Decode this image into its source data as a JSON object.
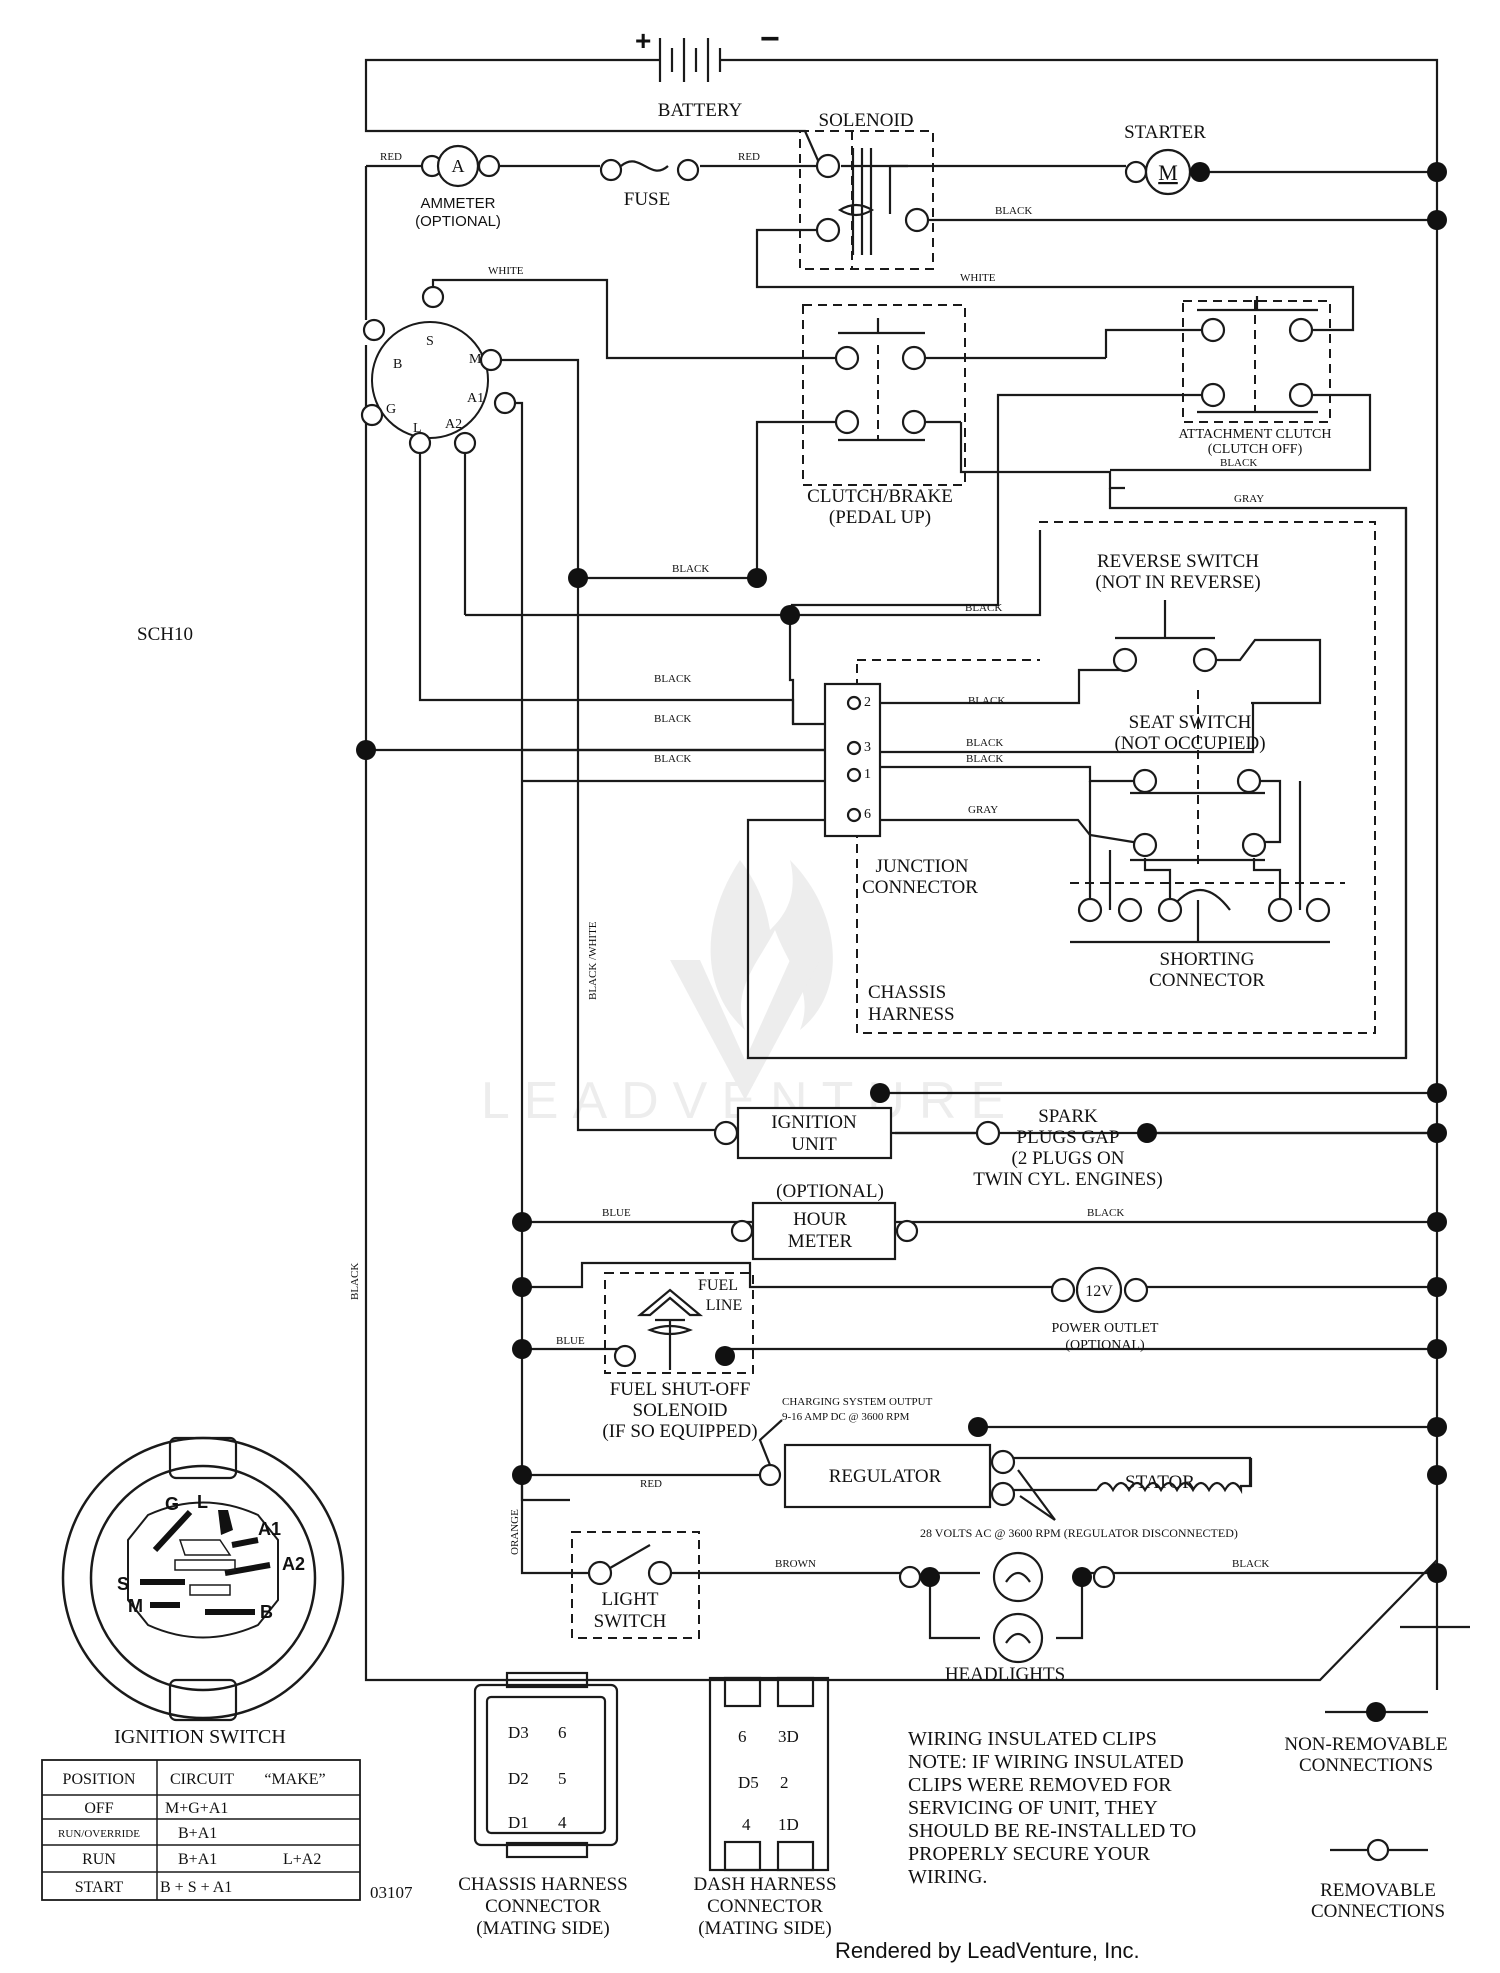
{
  "diagram_code": "SCH10",
  "part_number": "03107",
  "rendered_by": "Rendered by LeadVenture, Inc.",
  "watermark": "LEADVENTURE",
  "components": {
    "battery": "BATTERY",
    "battery_plus": "+",
    "battery_minus": "−",
    "solenoid": "SOLENOID",
    "starter": "STARTER",
    "starter_symbol": "M",
    "ammeter": [
      "AMMETER",
      "(OPTIONAL)"
    ],
    "ammeter_symbol": "A",
    "fuse": "FUSE",
    "clutch_brake": [
      "CLUTCH/BRAKE",
      "(PEDAL UP)"
    ],
    "attachment_clutch": [
      "ATTACHMENT CLUTCH",
      "(CLUTCH OFF)"
    ],
    "reverse_switch": [
      "REVERSE SWITCH",
      "(NOT IN REVERSE)"
    ],
    "seat_switch": [
      "SEAT SWITCH",
      "(NOT OCCUPIED)"
    ],
    "junction_connector": [
      "JUNCTION",
      "CONNECTOR"
    ],
    "junction_pins": [
      "2",
      "3",
      "1",
      "6"
    ],
    "chassis_harness": [
      "CHASSIS",
      "HARNESS"
    ],
    "shorting_connector": [
      "SHORTING",
      "CONNECTOR"
    ],
    "ignition_unit": [
      "IGNITION",
      "UNIT"
    ],
    "spark_plugs": [
      "SPARK",
      "PLUGS GAP",
      "(2 PLUGS ON",
      "TWIN CYL. ENGINES)"
    ],
    "optional": "(OPTIONAL)",
    "hour_meter": [
      "HOUR",
      "METER"
    ],
    "fuel_line": [
      "FUEL",
      "LINE"
    ],
    "power_outlet_symbol": "12V",
    "power_outlet": [
      "POWER OUTLET",
      "(OPTIONAL)"
    ],
    "fuel_solenoid": [
      "FUEL SHUT-OFF",
      "SOLENOID",
      "(IF SO EQUIPPED)"
    ],
    "charging_output": [
      "CHARGING SYSTEM OUTPUT",
      "9-16 AMP DC @ 3600 RPM"
    ],
    "regulator": "REGULATOR",
    "stator": "STATOR",
    "stator_note": "28 VOLTS AC @ 3600 RPM (REGULATOR DISCONNECTED)",
    "light_switch": [
      "LIGHT",
      "SWITCH"
    ],
    "headlights": "HEADLIGHTS",
    "ignition_terminals": [
      "S",
      "B",
      "M",
      "G",
      "A1",
      "L",
      "A2"
    ]
  },
  "wire_labels": {
    "red": "RED",
    "black": "BLACK",
    "white": "WHITE",
    "gray": "GRAY",
    "blue": "BLUE",
    "orange": "ORANGE",
    "brown": "BROWN",
    "black_white": "BLACK /WHITE"
  },
  "ignition_switch": {
    "title": "IGNITION SWITCH",
    "face_letters": [
      "G",
      "L",
      "A1",
      "S",
      "A2",
      "M",
      "B"
    ],
    "headers": [
      "POSITION",
      "CIRCUIT",
      "“MAKE”"
    ],
    "rows": [
      [
        "OFF",
        "M+G+A1",
        ""
      ],
      [
        "RUN/OVERRIDE",
        "B+A1",
        ""
      ],
      [
        "RUN",
        "B+A1",
        "L+A2"
      ],
      [
        "START",
        "B + S + A1",
        ""
      ]
    ]
  },
  "chassis_connector": {
    "label": [
      "CHASSIS HARNESS",
      "CONNECTOR",
      "(MATING SIDE)"
    ],
    "pins": [
      "D3",
      "6",
      "D2",
      "5",
      "D1",
      "4"
    ]
  },
  "dash_connector": {
    "label": [
      "DASH HARNESS",
      "CONNECTOR",
      "(MATING SIDE)"
    ],
    "pins": [
      "6",
      "3D",
      "D5",
      "2",
      "4",
      "1D"
    ]
  },
  "note": [
    "WIRING INSULATED CLIPS",
    "NOTE:  IF WIRING INSULATED",
    "CLIPS WERE REMOVED FOR",
    "SERVICING OF UNIT, THEY",
    "SHOULD BE RE-INSTALLED TO",
    "PROPERLY SECURE YOUR",
    " WIRING."
  ],
  "legend": {
    "non_removable": [
      "NON-REMOVABLE",
      "CONNECTIONS"
    ],
    "removable": [
      "REMOVABLE",
      "CONNECTIONS"
    ]
  }
}
